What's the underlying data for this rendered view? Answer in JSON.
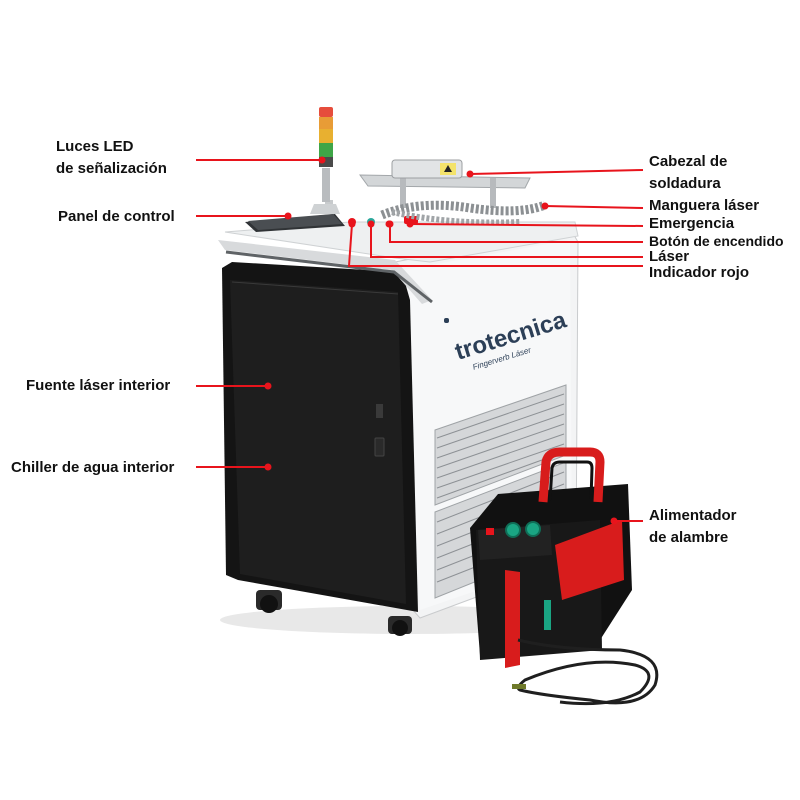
{
  "accent_color": "#e8141c",
  "brand": {
    "logo_text": "trotecnica",
    "logo_subtext": "Fingerverb Láser"
  },
  "labels": {
    "led_lights": {
      "line1": "Luces LED",
      "line2": "de señalización"
    },
    "control_panel": "Panel de control",
    "laser_source": "Fuente láser interior",
    "water_chiller": "Chiller de agua interior",
    "welding_head": {
      "line1": "Cabezal de",
      "line2": "soldadura"
    },
    "laser_hose": "Manguera láser",
    "emergency": "Emergencia",
    "power_button": "Botón de encendido",
    "laser": "Láser",
    "red_indicator": "Indicador rojo",
    "wire_feeder": {
      "line1": "Alimentador",
      "line2": "de alambre"
    }
  }
}
